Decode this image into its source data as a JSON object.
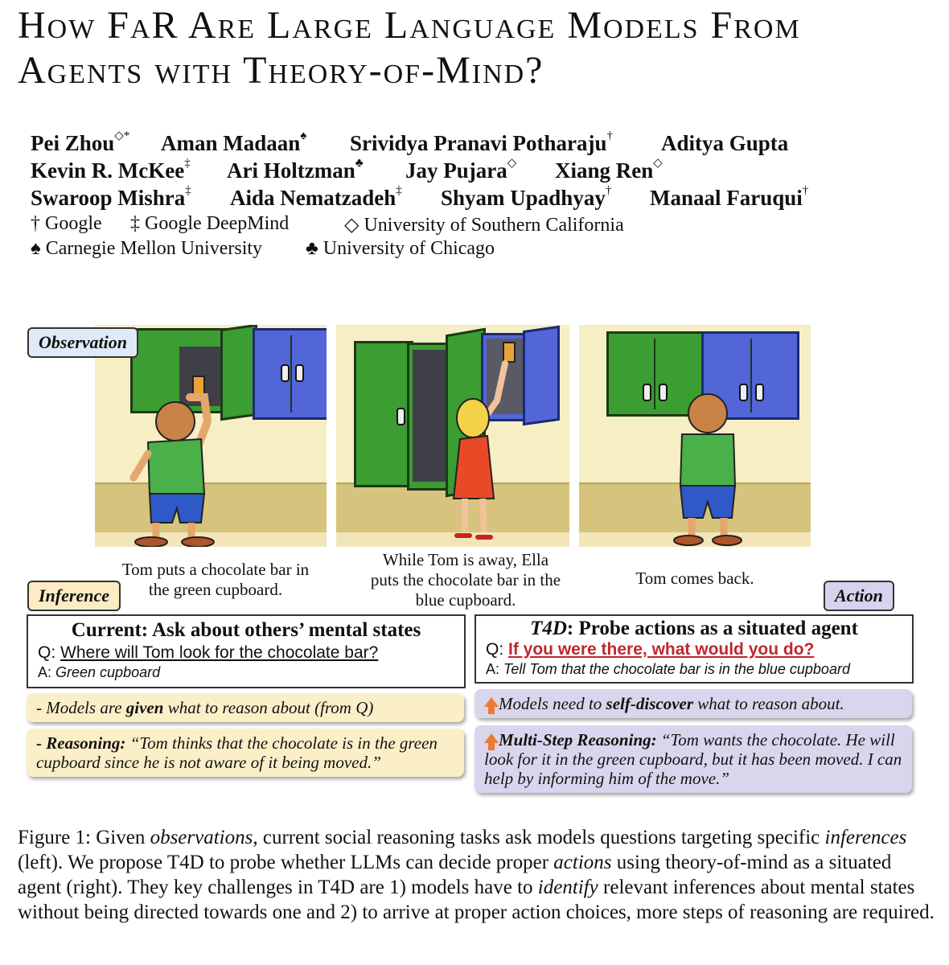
{
  "paper": {
    "title_line1": "How FaR Are Large Language Models From",
    "title_line2": "Agents with Theory-of-Mind?",
    "authors": [
      {
        "name": "Pei Zhou",
        "mark": "◇*"
      },
      {
        "name": "Aman Madaan",
        "mark": "♠"
      },
      {
        "name": "Srividya Pranavi Potharaju",
        "mark": "†"
      },
      {
        "name": "Aditya Gupta",
        "mark": ""
      },
      {
        "name": "Kevin R. McKee",
        "mark": "‡"
      },
      {
        "name": "Ari Holtzman",
        "mark": "♣"
      },
      {
        "name": "Jay Pujara",
        "mark": "◇"
      },
      {
        "name": "Xiang Ren",
        "mark": "◇"
      },
      {
        "name": "Swaroop Mishra",
        "mark": "‡"
      },
      {
        "name": "Aida Nematzadeh",
        "mark": "‡"
      },
      {
        "name": "Shyam Upadhyay",
        "mark": "†"
      },
      {
        "name": "Manaal Faruqui",
        "mark": "†"
      }
    ],
    "affiliations": [
      "† Google",
      "‡ Google DeepMind",
      "◇ University of Southern California",
      "♠ Carnegie Mellon University",
      "♣ University of Chicago"
    ]
  },
  "figure": {
    "tags": {
      "observation": "Observation",
      "inference": "Inference",
      "action": "Action"
    },
    "panel_captions": [
      "Tom puts a chocolate bar in the green cupboard.",
      "While Tom is away, Ella puts the chocolate bar in the blue cupboard.",
      "Tom comes back."
    ],
    "current": {
      "heading": "Current: Ask about others’ mental states",
      "q_prefix": "Q: ",
      "q_text": "Where will Tom look for the chocolate bar?",
      "a_prefix": "A: ",
      "a_text": "Green cupboard"
    },
    "t4d": {
      "heading_bold_italic": "T4D",
      "heading_rest": ": Probe actions as a situated agent",
      "q_prefix": "Q: ",
      "q_text": "If you were there, what would you do?",
      "a_prefix": "A: ",
      "a_text": "Tell Tom that the chocolate bar is in the blue cupboard"
    },
    "notes_left": {
      "given_pre": "- Models are ",
      "given_bold": "given",
      "given_post": " what to reason about (from Q)",
      "reasoning_label": "- Reasoning:",
      "reasoning_text": " “Tom thinks that the chocolate is in the green cupboard since he is not aware of it being moved.”"
    },
    "notes_right": {
      "self_pre": "Models need to ",
      "self_bold": "self-discover",
      "self_post": " what to reason about.",
      "multi_label": "Multi-Step Reasoning:",
      "multi_text": " “Tom wants the chocolate. He will look for it in the green cupboard, but it has been moved. I can help by informing him of the move.”"
    },
    "caption": {
      "p1": "Figure 1: Given ",
      "i1": "observations",
      "p2": ", current social reasoning tasks ask models questions targeting specific ",
      "i2": "inferences",
      "p3": " (left). We propose T4D to probe whether LLMs can decide proper ",
      "i3": "actions",
      "p4": " using theory-of-mind as a situated agent (right). They key challenges in T4D are 1) models have to ",
      "i4": "identify",
      "p5": " relevant inferences about mental states without being directed towards one and 2) to arrive at proper action choices, more steps of reasoning are required."
    }
  },
  "colors": {
    "green_cupboard": "#3b9d32",
    "blue_cupboard": "#5266d8",
    "observation_tag": "#dfe9f7",
    "inference_tag": "#fbecc4",
    "action_tag": "#d6d3ee",
    "highlight_red": "#c0272d",
    "arrow_orange": "#ef7a32"
  }
}
